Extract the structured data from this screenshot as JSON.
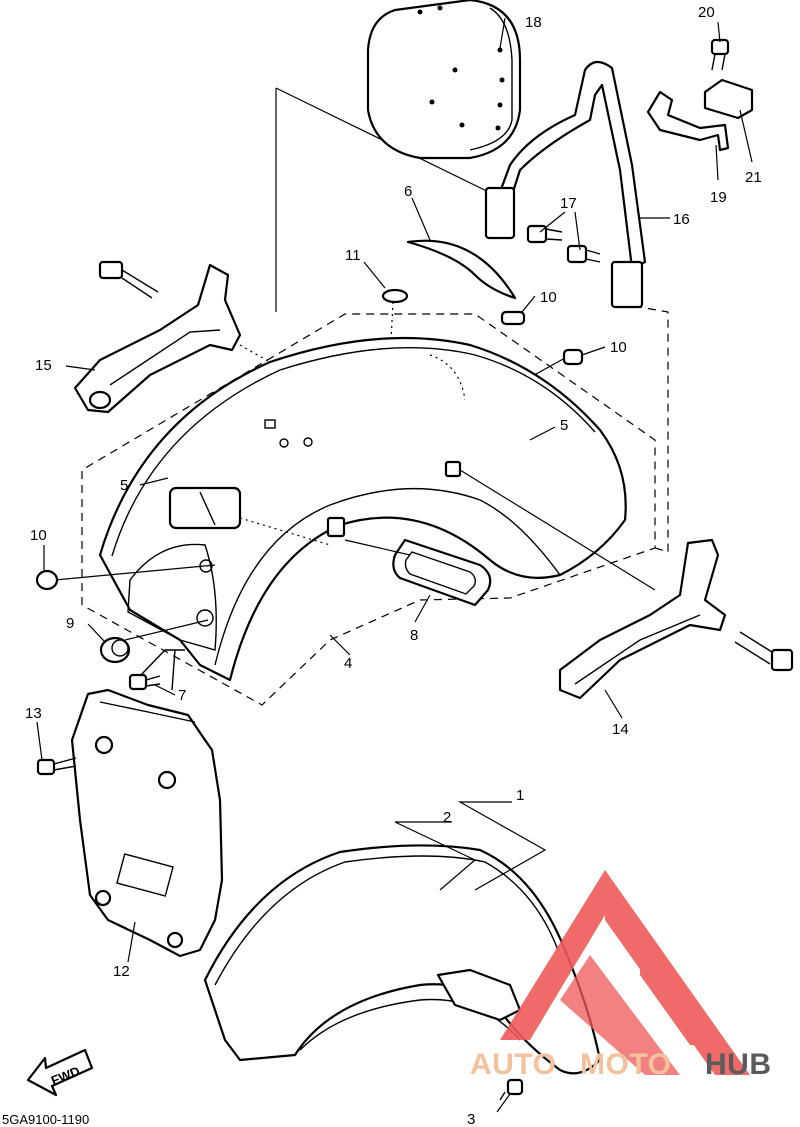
{
  "diagram_code": "5GA9100-1190",
  "callouts": [
    "1",
    "2",
    "3",
    "4",
    "5",
    "5",
    "6",
    "7",
    "8",
    "9",
    "10",
    "10",
    "10",
    "11",
    "12",
    "13",
    "14",
    "15",
    "16",
    "17",
    "18",
    "19",
    "20",
    "21"
  ],
  "fwd_label": "FWD",
  "watermark": {
    "auto": "AUTO",
    "moto": "MOTO",
    "hub": "HUB",
    "colors": {
      "triangle": "#f05a5a",
      "auto_moto": "#f3c19b",
      "hub": "#5a5a5a"
    }
  },
  "icons": [
    "fwd-arrow-icon",
    "watermark-triangle-icon"
  ]
}
